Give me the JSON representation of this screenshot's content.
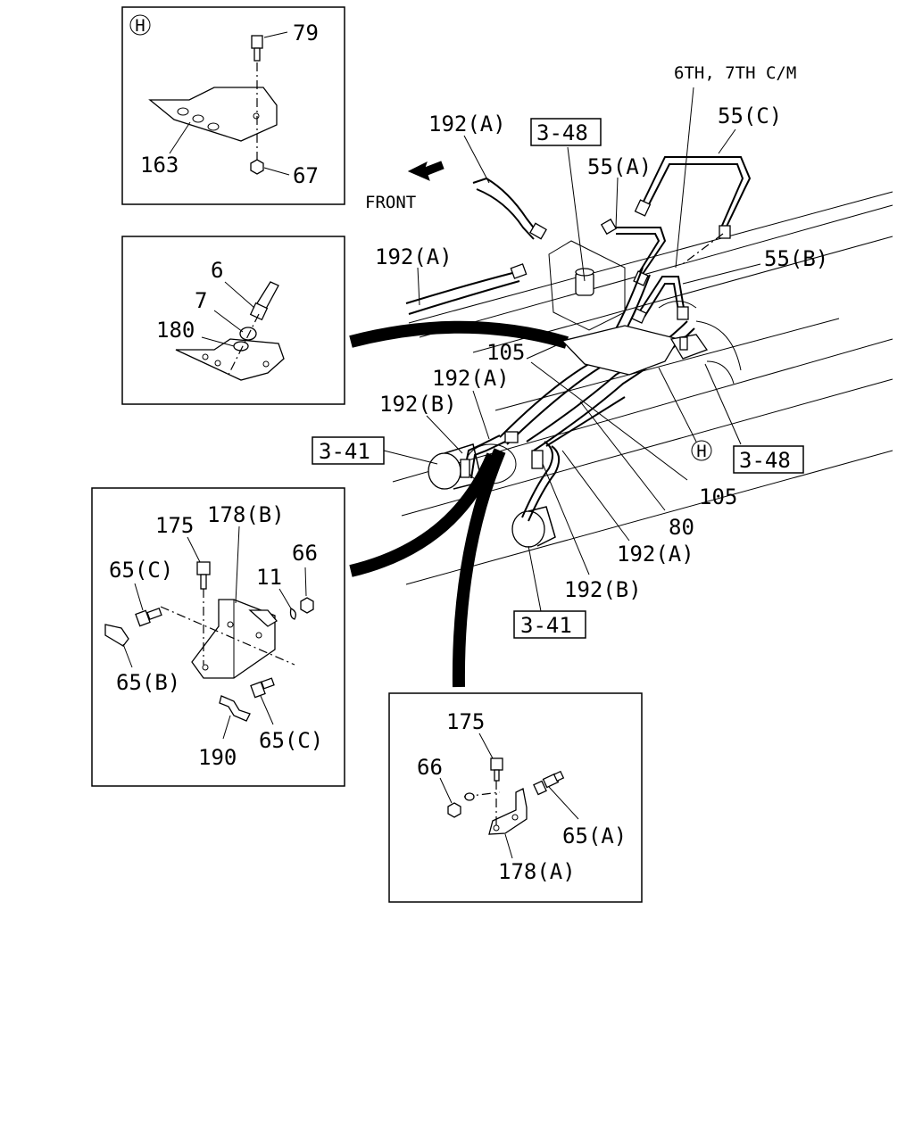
{
  "inset_h": {
    "marker": "H",
    "callouts": [
      "79",
      "163",
      "67"
    ]
  },
  "inset_left_mid": {
    "callouts": [
      "6",
      "7",
      "180"
    ]
  },
  "inset_bracket_b": {
    "callouts": [
      "175",
      "178(B)",
      "65(C)",
      "66",
      "11",
      "65(B)",
      "190",
      "65(C)"
    ]
  },
  "inset_bracket_a": {
    "callouts": [
      "175",
      "66",
      "65(A)",
      "178(A)"
    ]
  },
  "main": {
    "variant_note": "6TH, 7TH C/M",
    "front_label": "FRONT",
    "circle_marker": "H",
    "ref_boxes": [
      "3-48",
      "3-48",
      "3-41",
      "3-41"
    ],
    "callouts": {
      "c192a_top": "192(A)",
      "c55c": "55(C)",
      "c55a": "55(A)",
      "c55b": "55(B)",
      "c192a_left": "192(A)",
      "c105_top": "105",
      "c192a_mid": "192(A)",
      "c192b_left": "192(B)",
      "c105_right": "105",
      "c80": "80",
      "c192a_right": "192(A)",
      "c192b_right": "192(B)"
    }
  }
}
